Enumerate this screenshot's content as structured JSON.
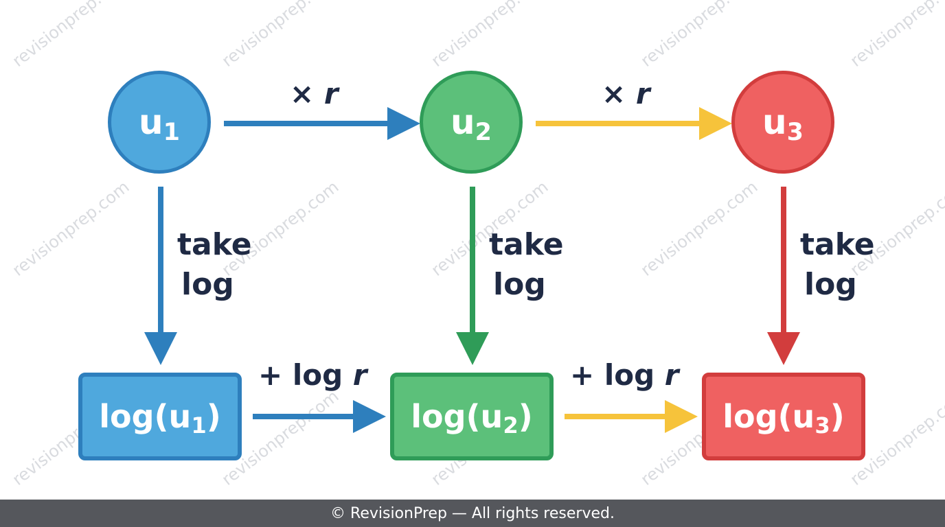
{
  "watermark": "revisionprep.com",
  "nodes": {
    "u1": {
      "base": "u",
      "sub": "1",
      "fill": "#4fa8dd",
      "stroke": "#2e7fbd"
    },
    "u2": {
      "base": "u",
      "sub": "2",
      "fill": "#5cc07a",
      "stroke": "#2f9c58"
    },
    "u3": {
      "base": "u",
      "sub": "3",
      "fill": "#ef6161",
      "stroke": "#d23d3d"
    }
  },
  "boxes": {
    "log1": {
      "prefix": "log(u",
      "sub": "1",
      "suffix": ")",
      "fill": "#4fa8dd",
      "stroke": "#2e7fbd"
    },
    "log2": {
      "prefix": "log(u",
      "sub": "2",
      "suffix": ")",
      "fill": "#5cc07a",
      "stroke": "#2f9c58"
    },
    "log3": {
      "prefix": "log(u",
      "sub": "3",
      "suffix": ")",
      "fill": "#ef6161",
      "stroke": "#d23d3d"
    }
  },
  "edges": {
    "multiply_op": "×",
    "multiply_var": "r",
    "add_op": "+ log",
    "add_var": "r",
    "take": "take",
    "log": "log"
  },
  "colors": {
    "blue_arrow": "#2e7fbd",
    "yellow_arrow": "#f6c33b",
    "green_arrow": "#2f9c58",
    "red_arrow": "#d23d3d",
    "text": "#1f2a44"
  },
  "footer": {
    "text": "© RevisionPrep — All rights reserved."
  }
}
